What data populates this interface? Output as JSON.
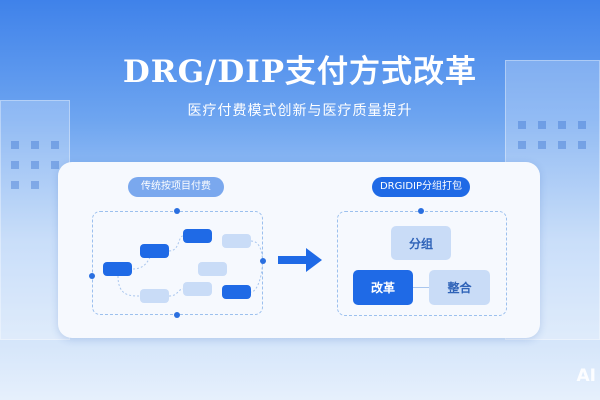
{
  "header": {
    "title": "DRG/DIP支付方式改革",
    "subtitle": "医疗付费模式创新与医疗质量提升"
  },
  "left_panel": {
    "label": "传统按项目付费"
  },
  "right_panel": {
    "label": "DRGIDIP分组打包",
    "boxes": [
      "分组",
      "改革",
      "整合"
    ]
  },
  "watermark": "AI",
  "colors": {
    "primary": "#1f6ae6",
    "light": "#c9dcf7"
  }
}
